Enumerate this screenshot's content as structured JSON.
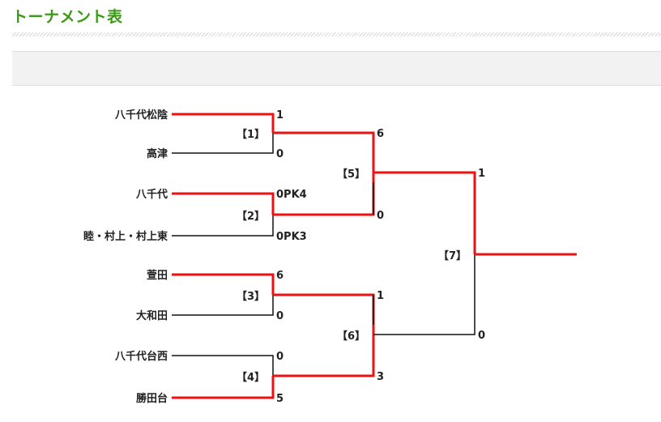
{
  "page": {
    "title": "トーナメント表"
  },
  "teams": [
    "八千代松陰",
    "高津",
    "八千代",
    "睦・村上・村上東",
    "萱田",
    "大和田",
    "八千代台西",
    "勝田台"
  ],
  "round1": [
    {
      "label": "【1】",
      "top_score": "1",
      "bottom_score": "0"
    },
    {
      "label": "【2】",
      "top_score": "0PK4",
      "bottom_score": "0PK3"
    },
    {
      "label": "【3】",
      "top_score": "6",
      "bottom_score": "0"
    },
    {
      "label": "【4】",
      "top_score": "0",
      "bottom_score": "5"
    }
  ],
  "round2": [
    {
      "label": "【5】",
      "top_score": "6",
      "bottom_score": "0"
    },
    {
      "label": "【6】",
      "top_score": "1",
      "bottom_score": "3"
    }
  ],
  "final": {
    "label": "【7】",
    "top_score": "1",
    "bottom_score": "0"
  },
  "colors": {
    "winner_line": "#ee1111",
    "normal_line": "#111111",
    "title": "#3a9a17"
  }
}
